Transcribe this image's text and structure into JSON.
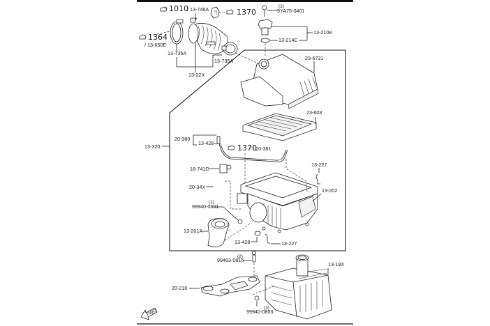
{
  "diagram": {
    "type": "exploded-parts-diagram",
    "subject": "Air cleaner assembly",
    "references": [
      {
        "id": "ref-1010",
        "number": "1010",
        "suffix": "/ 13-746A"
      },
      {
        "id": "ref-1370-top",
        "number": "1370",
        "suffix": ""
      },
      {
        "id": "ref-1364",
        "number": "1364",
        "suffix": "/ 13-650E"
      },
      {
        "id": "ref-1370-mid",
        "number": "1370",
        "suffix": "/ 20-381"
      }
    ],
    "part_labels": {
      "p_9ya75_0401": "9YA75-0401",
      "p_9ya75_qty": "(2)",
      "p_13_2108": "13-2108",
      "p_13_214c": "13-214C",
      "p_13_735a_left": "13-735A",
      "p_13_735a_right": "13-735A",
      "p_13_22x": "13-22X",
      "p_23_6731": "23-6731",
      "p_23_603": "23-603",
      "p_13_320": "13-320",
      "p_20_380": "20-380",
      "p_13_428_top": "13-428",
      "p_18_741c": "18-741C",
      "p_20_34x": "20-34X",
      "p_99940_0601": "99940-0601",
      "p_99940_0601_qty": "(1)",
      "p_13_201a": "13-201A",
      "p_13_428_bottom": "13-428",
      "p_13_227_bottom": "13-227",
      "p_13_227_right": "13-227",
      "p_13_202": "13-202",
      "p_99463_0816": "99463-0816",
      "p_99463_0816_qty": "(2)",
      "p_20_210": "20-210",
      "p_13_19x": "13-19X",
      "p_99940_0803": "99940-0803",
      "p_99940_0803_qty": "(3)"
    },
    "orientation_marker": "FWD"
  }
}
